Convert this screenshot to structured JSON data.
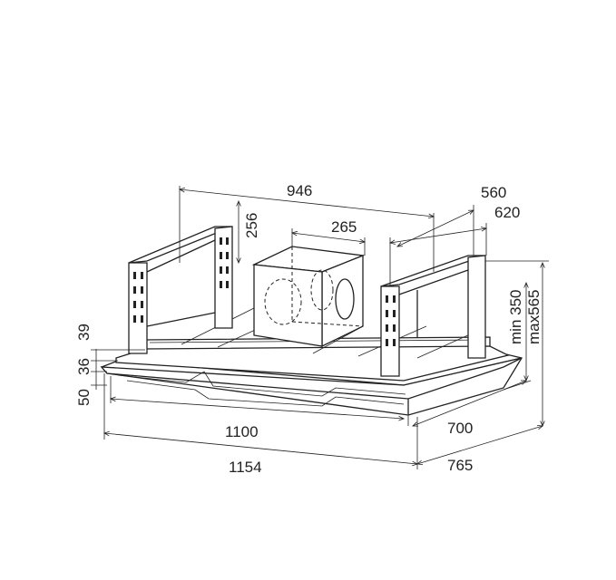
{
  "drawing": {
    "dimensions": {
      "width_top": "946",
      "depth_560": "560",
      "depth_620": "620",
      "motor_height": "256",
      "motor_width": "265",
      "height_min": "min 350",
      "height_max": "max565",
      "h39": "39",
      "h36": "36",
      "h50": "50",
      "width_1100": "1100",
      "depth_700": "700",
      "width_1154": "1154",
      "depth_765": "765"
    },
    "line_color": "#222222"
  }
}
